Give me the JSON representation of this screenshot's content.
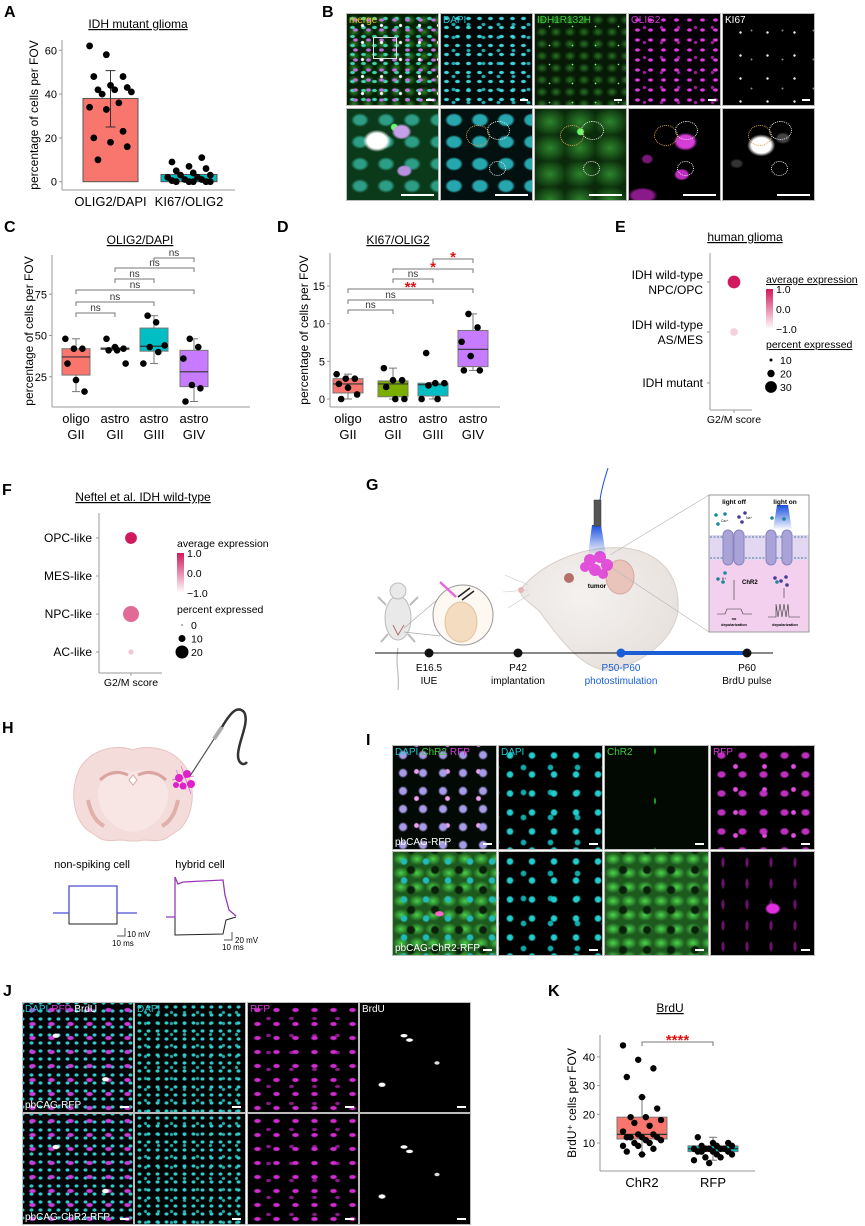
{
  "panel_labels": [
    "A",
    "B",
    "C",
    "D",
    "E",
    "F",
    "G",
    "H",
    "I",
    "J",
    "K"
  ],
  "panel_B": {
    "columns": [
      [
        {
          "text": "merge",
          "color": "#e8c21a"
        }
      ],
      [
        {
          "text": "DAPI",
          "color": "#27c6d0"
        }
      ],
      [
        {
          "text": "IDH1R132H",
          "color": "#3ccc3c"
        }
      ],
      [
        {
          "text": "OLIG2",
          "color": "#d43ad4"
        }
      ],
      [
        {
          "text": "KI67",
          "color": "#ffffff"
        }
      ]
    ],
    "conditions": []
  },
  "panel_G": {
    "tumor": "tumor",
    "inset": {
      "light_off": "light off",
      "light_on": "light on",
      "ca": "Ca²⁺",
      "na": "Na⁺",
      "k": "K⁺",
      "chr2": "ChR2",
      "no": "no",
      "no_depolarization": "depolarization",
      "depolarization": "depolarization"
    },
    "timeline": [
      {
        "time": "E16.5",
        "event": "IUE",
        "color": "#000000"
      },
      {
        "time": "P42",
        "event": "implantation",
        "color": "#000000"
      },
      {
        "time": "P50-P60",
        "event": "photostimulation",
        "color": "#1a5fd6"
      },
      {
        "time": "P60",
        "event": "BrdU pulse",
        "color": "#000000"
      }
    ]
  },
  "panel_H": {
    "traces": [
      {
        "title": "non-spiking cell",
        "scale_v": "10 mV",
        "scale_t": "10 ms"
      },
      {
        "title": "hybrid cell",
        "scale_v": "20 mV",
        "scale_t": "10 ms"
      }
    ]
  },
  "panel_I": {
    "columns": [
      [
        {
          "text": "DAPI",
          "color": "#27c6d0"
        },
        {
          "text": "ChR2",
          "color": "#3ccc3c"
        },
        {
          "text": "RFP",
          "color": "#d43ad4"
        }
      ],
      [
        {
          "text": "DAPI",
          "color": "#27c6d0"
        }
      ],
      [
        {
          "text": "ChR2",
          "color": "#3ccc3c"
        }
      ],
      [
        {
          "text": "RFP",
          "color": "#d43ad4"
        }
      ]
    ],
    "conditions": [
      "pbCAG-RFP",
      "pbCAG-ChR2-RFP"
    ]
  },
  "panel_J": {
    "columns": [
      [
        {
          "text": "DAPI",
          "color": "#27c6d0"
        },
        {
          "text": "RFP",
          "color": "#d43ad4"
        },
        {
          "text": "BrdU",
          "color": "#ffffff"
        }
      ],
      [
        {
          "text": "DAPI",
          "color": "#27c6d0"
        }
      ],
      [
        {
          "text": "RFP",
          "color": "#d43ad4"
        }
      ],
      [
        {
          "text": "BrdU",
          "color": "#ffffff"
        }
      ]
    ],
    "conditions": [
      "pbCAG-RFP",
      "pbCAG-ChR2-RFP"
    ]
  },
  "chart_data": [
    {
      "panel": "A",
      "type": "bar",
      "title": "IDH mutant glioma",
      "xlabel": "",
      "ylabel": "percentage of cells per FOV",
      "categories": [
        "OLIG2/DAPI",
        "KI67/OLIG2"
      ],
      "values": [
        38,
        3.3
      ],
      "error_range": [
        [
          25,
          50.7
        ],
        null
      ],
      "points": [
        [
          62,
          58,
          48,
          48,
          44,
          43,
          42,
          42,
          41,
          40,
          36,
          34,
          33,
          23,
          20,
          18,
          16,
          10
        ],
        [
          11,
          9,
          7,
          6,
          5,
          4,
          3,
          3,
          2,
          2,
          1,
          1,
          0.5,
          0,
          0,
          0,
          0,
          0
        ]
      ],
      "colors": [
        "#f8766d",
        "#00bfc4"
      ],
      "yticks": [
        0,
        20,
        40,
        60
      ],
      "ylim": [
        0,
        63
      ]
    },
    {
      "panel": "C",
      "type": "box",
      "title": "OLIG2/DAPI",
      "xlabel": "",
      "ylabel": "percentage of cells per FOV",
      "categories": [
        [
          "oligo",
          "GII"
        ],
        [
          "astro",
          "GII"
        ],
        [
          "astro",
          "GIII"
        ],
        [
          "astro",
          "GIV"
        ]
      ],
      "boxes": [
        {
          "q1": 26,
          "median": 37,
          "q3": 42,
          "whisker_low": 16,
          "whisker_high": 48,
          "points": [
            48,
            42,
            42,
            33,
            23,
            16
          ]
        },
        {
          "q1": 41.5,
          "median": 42,
          "q3": 42.5,
          "whisker_low": 41,
          "whisker_high": 43,
          "points": [
            48,
            43,
            42,
            41,
            41,
            33
          ]
        },
        {
          "q1": 40.5,
          "median": 43.5,
          "q3": 54.5,
          "whisker_low": 33,
          "whisker_high": 62,
          "points": [
            62,
            58,
            44,
            43,
            40,
            33
          ]
        },
        {
          "q1": 19,
          "median": 28,
          "q3": 41,
          "whisker_low": 10,
          "whisker_high": 48,
          "points": [
            48,
            43,
            36,
            20,
            18,
            10
          ]
        }
      ],
      "colors": [
        "#f8766d",
        "#7cae00",
        "#00bfc4",
        "#c77cff"
      ],
      "yticks": [
        25,
        50,
        75
      ],
      "ylim": [
        8,
        97
      ],
      "comparisons": [
        {
          "pair": [
            0,
            1
          ],
          "label": "ns"
        },
        {
          "pair": [
            0,
            2
          ],
          "label": "ns"
        },
        {
          "pair": [
            0,
            3
          ],
          "label": "ns"
        },
        {
          "pair": [
            1,
            2
          ],
          "label": "ns"
        },
        {
          "pair": [
            1,
            3
          ],
          "label": "ns"
        },
        {
          "pair": [
            2,
            3
          ],
          "label": "ns"
        }
      ]
    },
    {
      "panel": "D",
      "type": "box",
      "title": "KI67/OLIG2",
      "xlabel": "",
      "ylabel": "percentage of cells per FOV",
      "categories": [
        [
          "oligo",
          "GII"
        ],
        [
          "astro",
          "GII"
        ],
        [
          "astro",
          "GIII"
        ],
        [
          "astro",
          "GIV"
        ]
      ],
      "boxes": [
        {
          "q1": 0.8,
          "median": 2,
          "q3": 2.7,
          "whisker_low": 0,
          "whisker_high": 3.3,
          "points": [
            3.3,
            2.7,
            2.7,
            2,
            1.5,
            0.6,
            0
          ]
        },
        {
          "q1": 0.3,
          "median": 2,
          "q3": 2.4,
          "whisker_low": 0,
          "whisker_high": 4.1,
          "points": [
            4.1,
            2.5,
            2.5,
            1.6,
            0,
            0
          ]
        },
        {
          "q1": 0.4,
          "median": 1.9,
          "q3": 2.1,
          "whisker_low": 0,
          "whisker_high": 2.2,
          "points": [
            6.1,
            2.1,
            2.1,
            1.8,
            0,
            0
          ]
        },
        {
          "q1": 4.3,
          "median": 6.6,
          "q3": 9.1,
          "whisker_low": 3.8,
          "whisker_high": 11.3,
          "points": [
            11.3,
            9.5,
            7.6,
            5.7,
            3.8,
            3.8
          ]
        }
      ],
      "colors": [
        "#f8766d",
        "#7cae00",
        "#00bfc4",
        "#c77cff"
      ],
      "yticks": [
        0,
        5,
        10,
        15
      ],
      "ylim": [
        -1,
        19
      ],
      "comparisons": [
        {
          "pair": [
            0,
            1
          ],
          "label": "ns"
        },
        {
          "pair": [
            0,
            2
          ],
          "label": "ns"
        },
        {
          "pair": [
            0,
            3
          ],
          "label": "**"
        },
        {
          "pair": [
            1,
            2
          ],
          "label": "ns"
        },
        {
          "pair": [
            1,
            3
          ],
          "label": "*"
        },
        {
          "pair": [
            2,
            3
          ],
          "label": "*"
        }
      ]
    },
    {
      "panel": "E",
      "type": "dot",
      "title": "human glioma",
      "xlabel": "G2/M score",
      "rows": [
        [
          "IDH wild-type",
          "NPC/OPC"
        ],
        [
          "IDH wild-type",
          "AS/MES"
        ],
        [
          "IDH mutant"
        ]
      ],
      "avg_expression": [
        1.0,
        -0.6,
        -1.0
      ],
      "percent_expressed": [
        32,
        21,
        0
      ],
      "color_legend_title": "average expression",
      "color_ticks": [
        "1.0",
        "0.0",
        "−1.0"
      ],
      "size_legend_title": "percent expressed",
      "size_ticks": [
        "10",
        "20",
        "30"
      ],
      "colors": {
        "high": "#d1195e",
        "low": "#ffffff"
      }
    },
    {
      "panel": "F",
      "type": "dot",
      "title": "Neftel et al. IDH wild-type",
      "xlabel": "G2/M score",
      "rows": [
        [
          "OPC-like"
        ],
        [
          "MES-like"
        ],
        [
          "NPC-like"
        ],
        [
          "AC-like"
        ]
      ],
      "avg_expression": [
        1.0,
        -1.0,
        0.3,
        -0.5
      ],
      "percent_expressed": [
        18,
        0,
        25,
        7
      ],
      "color_legend_title": "average expression",
      "color_ticks": [
        "1.0",
        "0.0",
        "−1.0"
      ],
      "size_legend_title": "percent expressed",
      "size_ticks": [
        "0",
        "10",
        "20"
      ],
      "colors": {
        "high": "#d1195e",
        "low": "#ffffff"
      }
    },
    {
      "panel": "K",
      "type": "box",
      "title": "BrdU",
      "xlabel": "",
      "ylabel": "BrdU⁺ cells per FOV",
      "categories": [
        [
          "ChR2"
        ],
        [
          "RFP"
        ]
      ],
      "boxes": [
        {
          "q1": 11.4,
          "median": 13,
          "q3": 19,
          "whisker_low": 6,
          "whisker_high": 26,
          "points": [
            44,
            39,
            36,
            33,
            26,
            22,
            19,
            19,
            18,
            17,
            16,
            14,
            13,
            13,
            12,
            12,
            12,
            12,
            11,
            11,
            10,
            10,
            9,
            9,
            8,
            7,
            6
          ]
        },
        {
          "q1": 7,
          "median": 8,
          "q3": 9,
          "whisker_low": 4,
          "whisker_high": 12,
          "points": [
            12,
            10,
            10,
            9,
            9,
            9,
            8,
            8,
            8,
            8,
            8,
            7,
            7,
            7,
            7,
            6,
            6,
            5,
            5,
            4,
            3
          ]
        }
      ],
      "colors": [
        "#f8766d",
        "#00bfc4"
      ],
      "yticks": [
        10,
        20,
        30,
        40
      ],
      "ylim": [
        3,
        46
      ],
      "comparisons": [
        {
          "pair": [
            0,
            1
          ],
          "label": "****"
        }
      ]
    }
  ]
}
